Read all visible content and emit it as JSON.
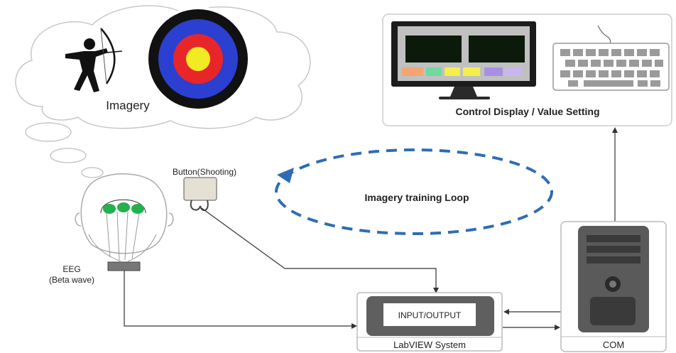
{
  "labels": {
    "imagery": "Imagery",
    "button": "Button(Shooting)",
    "eeg": "EEG",
    "beta": "(Beta wave)",
    "loop": "Imagery training Loop",
    "control": "Control Display /  Value Setting",
    "io": "INPUT/OUTPUT",
    "labview": "LabVIEW System",
    "com": "COM"
  },
  "colors": {
    "loop_dash": "#2e6db4",
    "target_outer": "#111111",
    "target_blue": "#2b3fd1",
    "target_red": "#e8262a",
    "target_yellow": "#f2ea22",
    "electrode": "#22b14c"
  },
  "icons": [
    "archer-icon",
    "target-icon",
    "monitor-icon",
    "keyboard-icon",
    "computer-tower-icon",
    "head-icon",
    "button-device-icon"
  ]
}
